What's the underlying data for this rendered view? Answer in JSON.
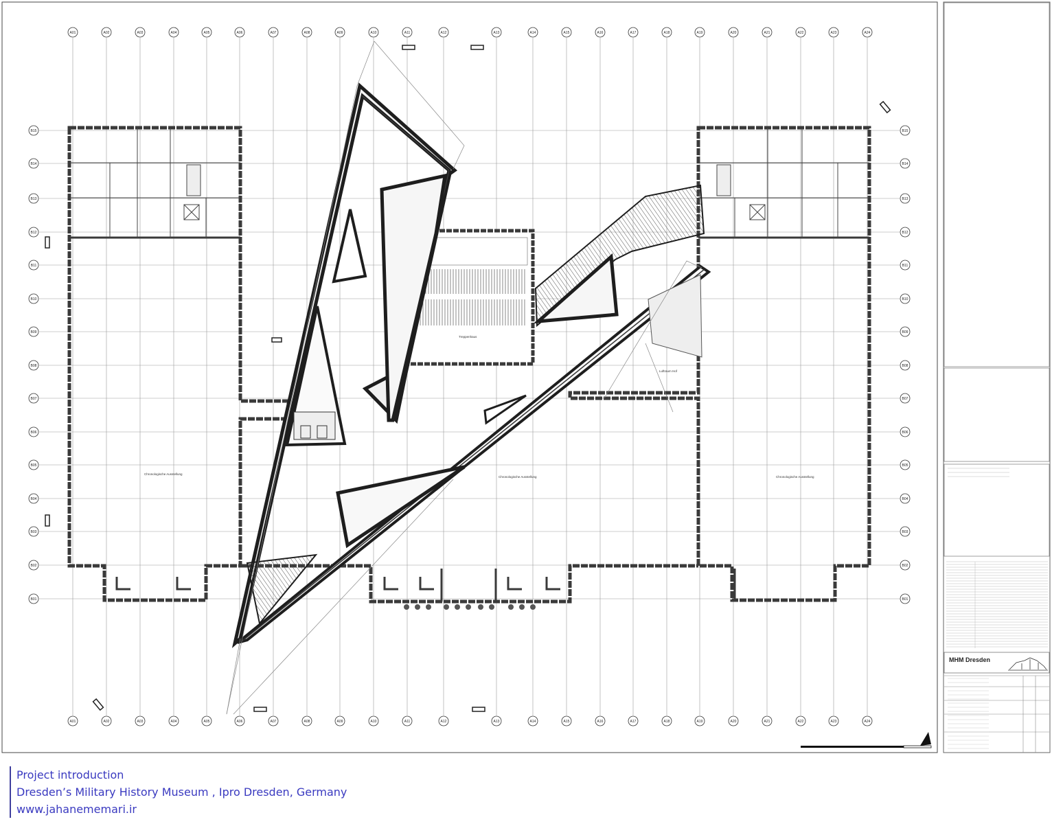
{
  "grid": {
    "columns": [
      "A01",
      "A02",
      "A03",
      "A04",
      "A05",
      "A06",
      "A07",
      "A08",
      "A09",
      "A10",
      "A11",
      "A12",
      "A13",
      "A14",
      "A15",
      "A16",
      "A17",
      "A18",
      "A19",
      "A20",
      "A21",
      "A22",
      "A23",
      "A24"
    ],
    "rows": [
      "B15",
      "B14",
      "B13",
      "B12",
      "B11",
      "B10",
      "B09",
      "B08",
      "B07",
      "B06",
      "B05",
      "B04",
      "B03",
      "B02",
      "B01"
    ]
  },
  "room_labels": [
    "Chronologische Ausstellung",
    "Chronologische Ausstellung",
    "Chronologische Ausstellung",
    "Treppenhaus",
    "Luftraum Hof"
  ],
  "title_block": {
    "project_title": "MHM Dresden"
  },
  "caption": {
    "line1": "Project introduction",
    "line2": "Dresden’s Military History Museum , Ipro Dresden, Germany",
    "line3": "www.jahanememari.ir"
  },
  "colors": {
    "line": "#2a2a2a",
    "grid": "#9a9a9a",
    "wall": "#3a3a3a",
    "caption": "#3a3ac0"
  }
}
